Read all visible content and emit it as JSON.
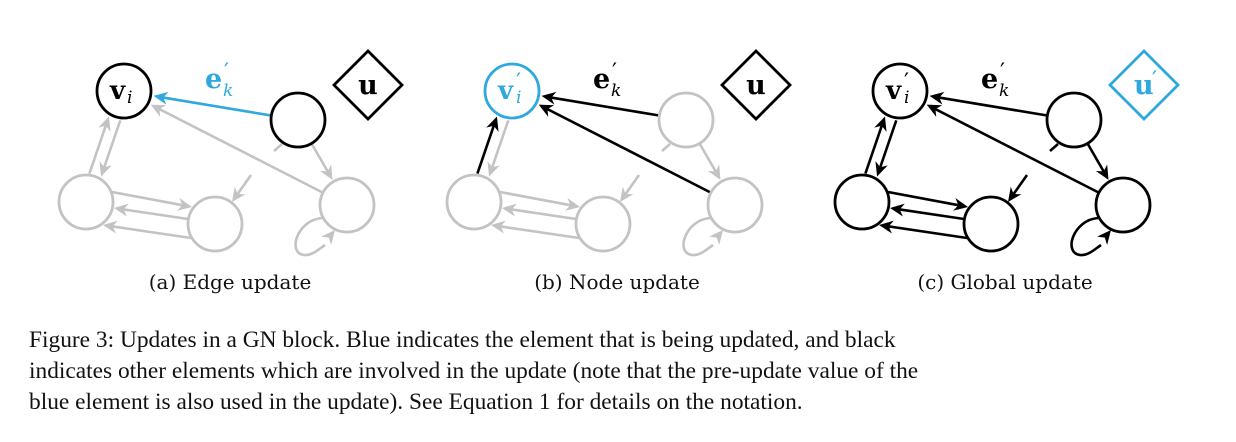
{
  "colors": {
    "updated": "#2ea8df",
    "involved": "#000000",
    "inactive": "#c3c3c3"
  },
  "panels": [
    {
      "id": "a",
      "caption": "(a) Edge update",
      "node_label": {
        "base": "v",
        "sub": "i",
        "prime": false
      },
      "global_label": {
        "base": "u",
        "prime": false
      },
      "edge_label": {
        "base": "e",
        "sub": "k",
        "prime": true
      },
      "states": {
        "vi": "involved",
        "top_right": "involved",
        "bottom_left": "inactive",
        "bottom_mid": "inactive",
        "bottom_right": "inactive",
        "global": "involved",
        "e_k": "updated",
        "long_edge": "inactive",
        "bl_to_vi": "inactive",
        "vi_to_bl": "inactive",
        "other_edges": "inactive"
      }
    },
    {
      "id": "b",
      "caption": "(b) Node update",
      "node_label": {
        "base": "v",
        "sub": "i",
        "prime": true
      },
      "global_label": {
        "base": "u",
        "prime": false
      },
      "edge_label": {
        "base": "e",
        "sub": "k",
        "prime": true
      },
      "states": {
        "vi": "updated",
        "top_right": "inactive",
        "bottom_left": "inactive",
        "bottom_mid": "inactive",
        "bottom_right": "inactive",
        "global": "involved",
        "e_k": "involved",
        "long_edge": "involved",
        "bl_to_vi": "involved",
        "vi_to_bl": "inactive",
        "other_edges": "inactive"
      }
    },
    {
      "id": "c",
      "caption": "(c) Global update",
      "node_label": {
        "base": "v",
        "sub": "i",
        "prime": true
      },
      "global_label": {
        "base": "u",
        "prime": true
      },
      "edge_label": {
        "base": "e",
        "sub": "k",
        "prime": true
      },
      "states": {
        "vi": "involved",
        "top_right": "involved",
        "bottom_left": "involved",
        "bottom_mid": "involved",
        "bottom_right": "involved",
        "global": "updated",
        "e_k": "involved",
        "long_edge": "involved",
        "bl_to_vi": "involved",
        "vi_to_bl": "involved",
        "other_edges": "involved"
      }
    }
  ],
  "figure_caption": {
    "lines": [
      "Figure 3:  Updates in a GN block.  Blue indicates the element that is being updated, and black",
      "indicates other elements which are involved in the update (note that the pre-update value of the",
      "blue element is also used in the update). See Equation 1 for details on the notation."
    ]
  }
}
